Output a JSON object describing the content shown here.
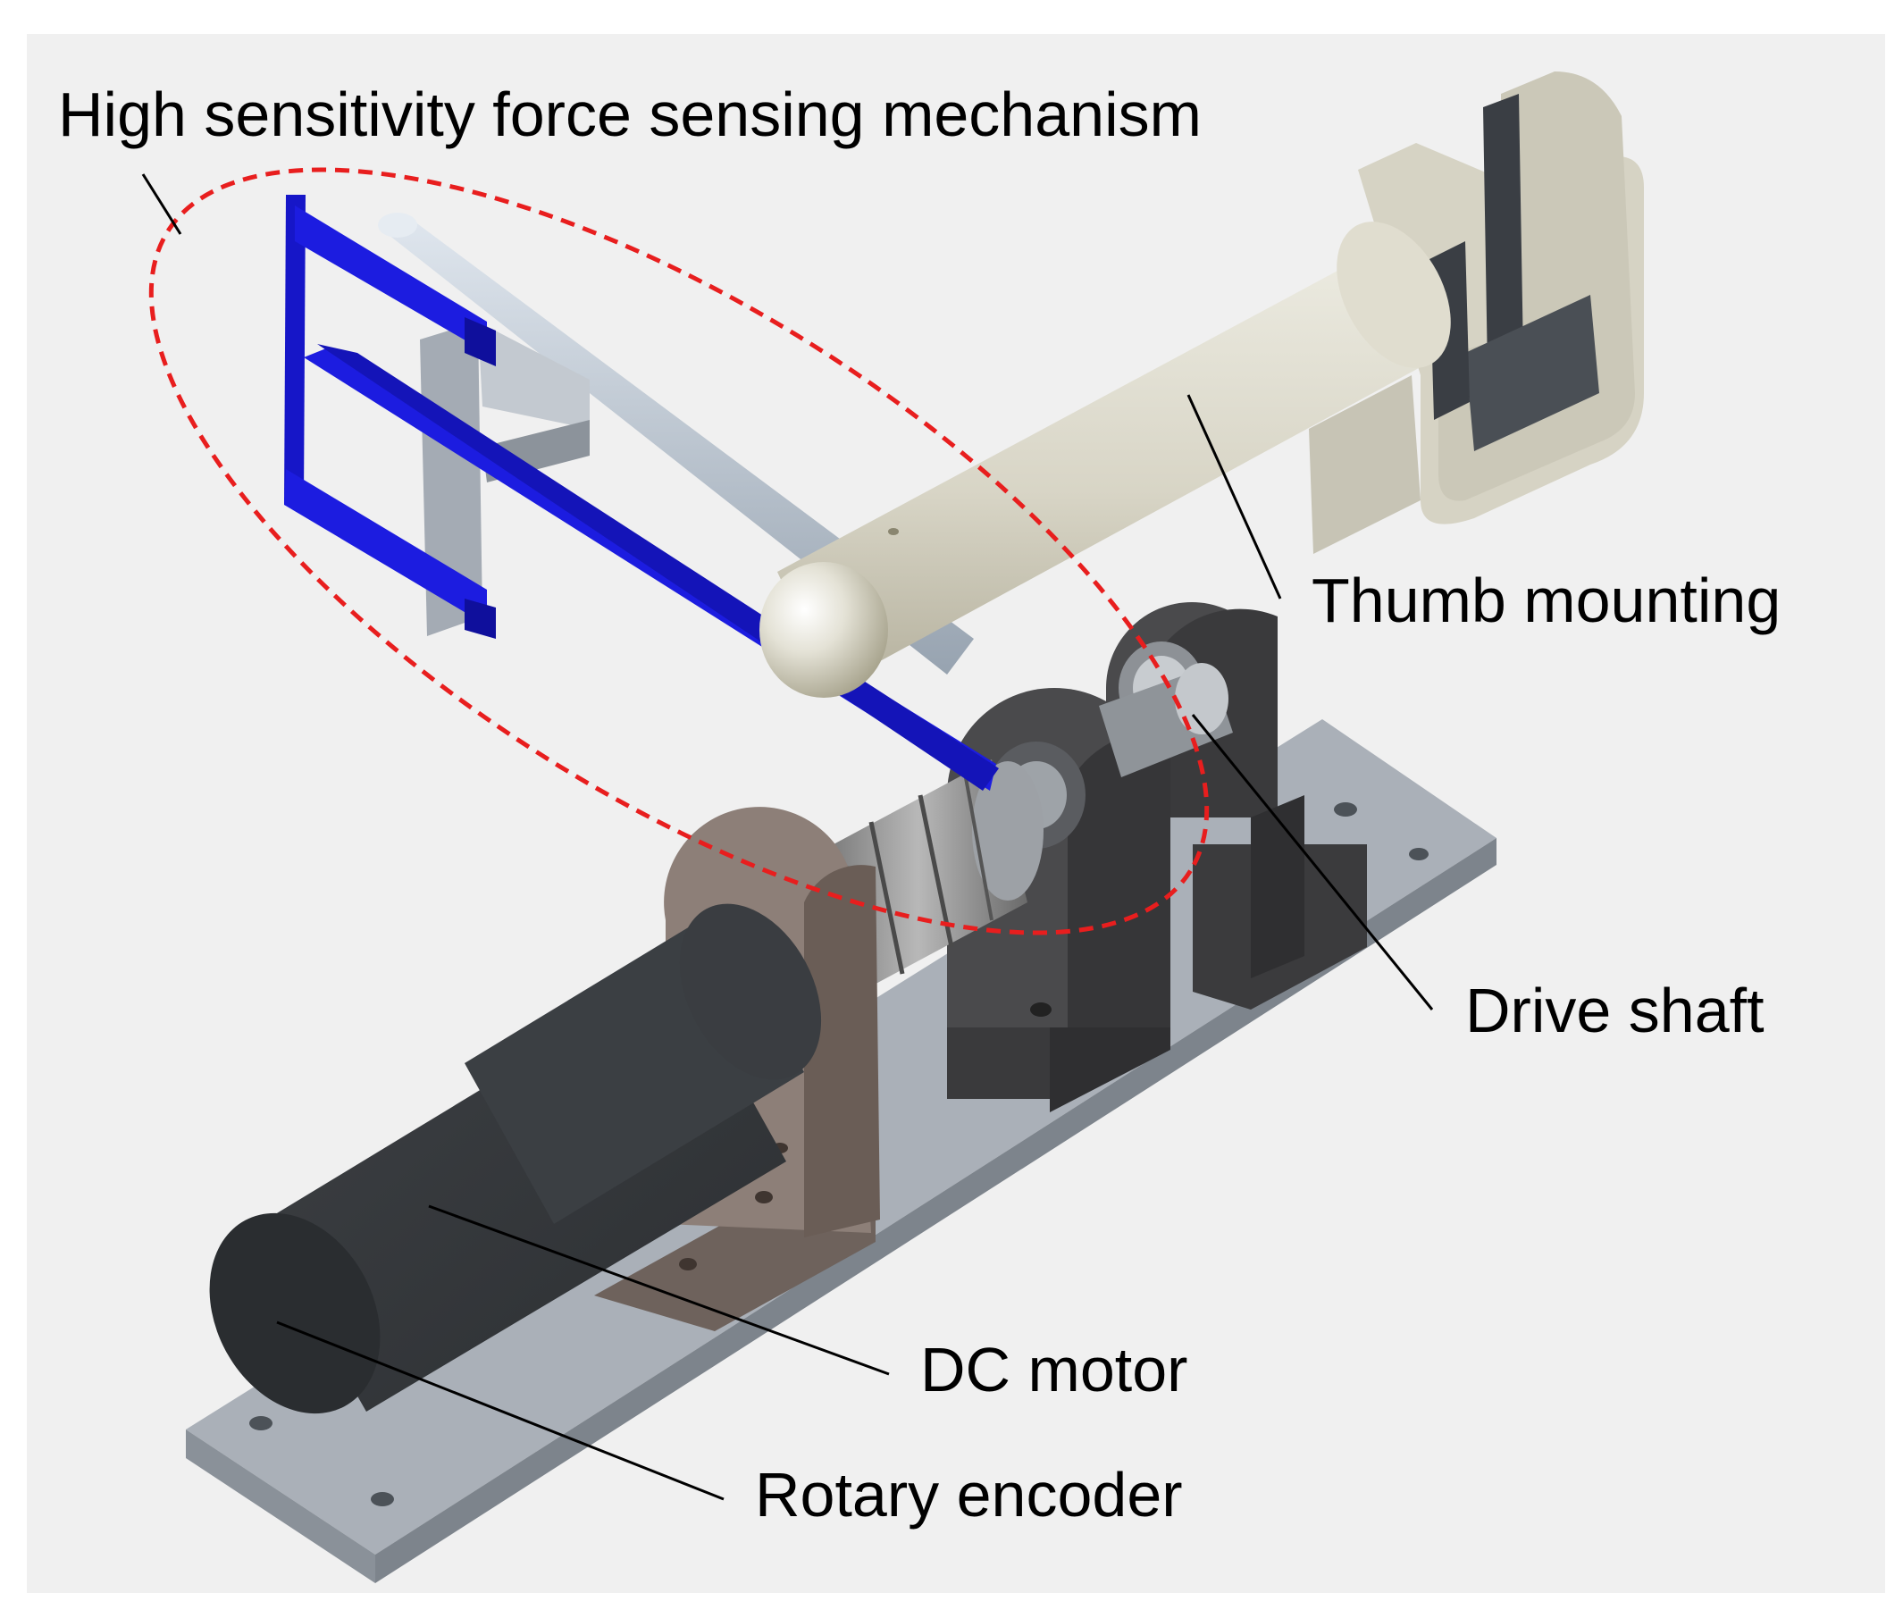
{
  "labels": {
    "force_sensing": "High sensitivity force sensing mechanism",
    "thumb_mounting": "Thumb mounting",
    "drive_shaft": "Drive shaft",
    "dc_motor": "DC motor",
    "rotary_encoder": "Rotary encoder"
  },
  "colors": {
    "background": "#f0f0f0",
    "highlight_ellipse": "#e81e1e",
    "force_sensor": "#1a1ad0",
    "thumb_mount": "#d8d5c6",
    "motor": "#35383b",
    "base_plate": "#9ba2aa"
  }
}
